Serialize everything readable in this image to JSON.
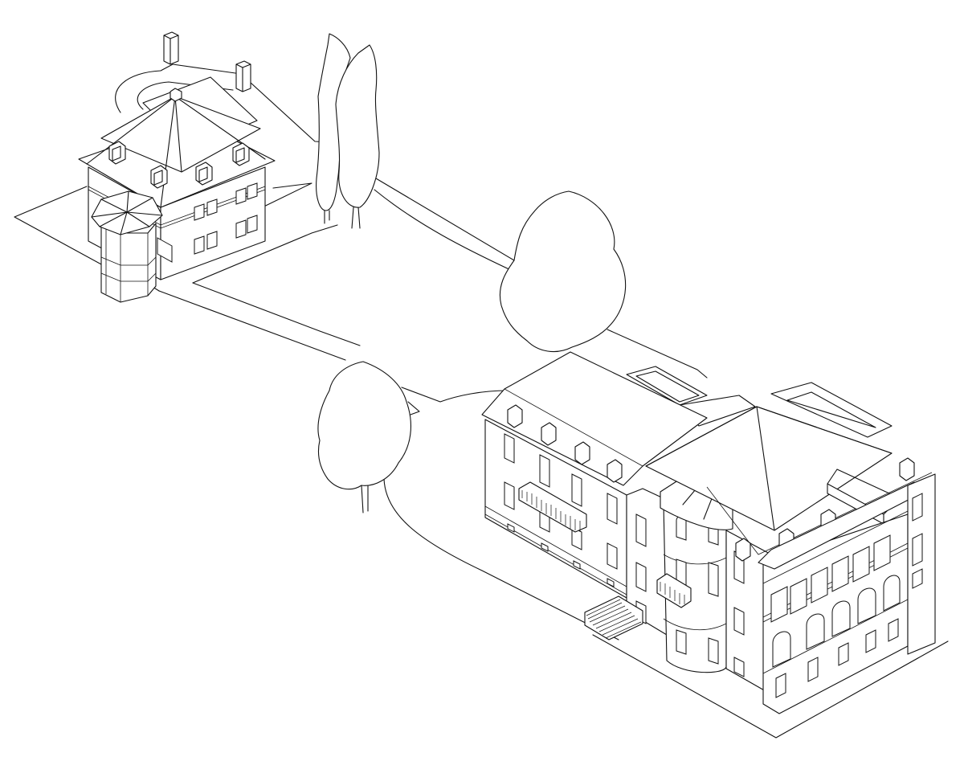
{
  "drawing": {
    "style": "black line drawing on white",
    "colors": {
      "stroke": "#111111",
      "background": "#ffffff"
    },
    "subjects": [
      "villa-complex",
      "gatehouse",
      "main-villa",
      "trees",
      "garden-paths"
    ]
  }
}
